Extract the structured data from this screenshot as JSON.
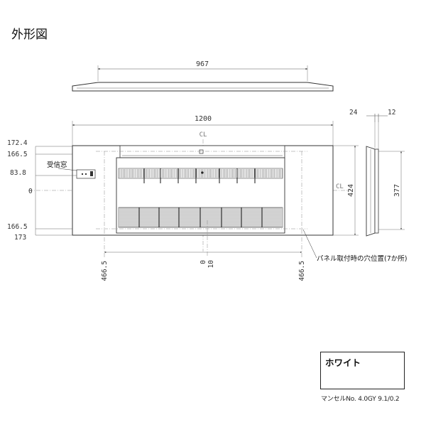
{
  "title": "外形図",
  "dimensions": {
    "top_width": "967",
    "front_width": "1200",
    "side_depth_1": "24",
    "side_depth_2": "12",
    "front_height": "424",
    "side_height": "377",
    "left_172_4": "172.4",
    "left_166_5_top": "166.5",
    "left_83_8": "83.8",
    "left_0": "0",
    "left_166_5_bottom": "166.5",
    "left_173": "173",
    "bottom_466_5_left": "466.5",
    "bottom_0": "0",
    "bottom_10": "10",
    "bottom_466_5_right": "466.5"
  },
  "labels": {
    "centerline_top": "CL",
    "centerline_right": "CL",
    "receiver_window": "受信窓",
    "hole_note": "パネル取付時の穴位置(7か所)"
  },
  "color_box": {
    "name": "ホワイト",
    "munsell": "マンセルNo. 4.0GY 9.1/0.2"
  }
}
